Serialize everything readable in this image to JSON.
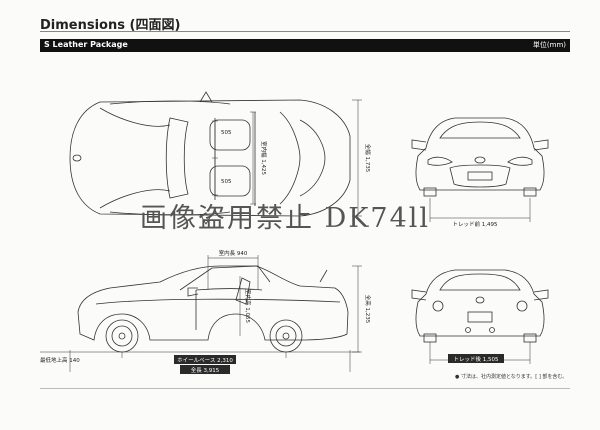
{
  "page": {
    "title": "Dimensions (四面図)",
    "section_label": "S Leather Package",
    "unit_label": "単位(mm)",
    "footnote": "● 寸法は、社内測定値となります。[ ] 部を含む。"
  },
  "watermark": "画像盗用禁止  DK74ll",
  "top_view": {
    "overall_width": "全幅 1,735",
    "cabin_w1": "505",
    "cabin_w2": "505",
    "interior_width": "室内幅 1,425"
  },
  "front_view": {
    "tread_front": "トレッド前 1,495"
  },
  "side_view": {
    "interior_length": "室内長 940",
    "overall_height": "全高 1,235",
    "interior_height": "室内高 1,055",
    "ground_clearance": "最低地上高 140",
    "wheelbase": "ホイールベース 2,310",
    "overall_length": "全長 3,915"
  },
  "rear_view": {
    "tread_rear": "トレッド後 1,505"
  }
}
